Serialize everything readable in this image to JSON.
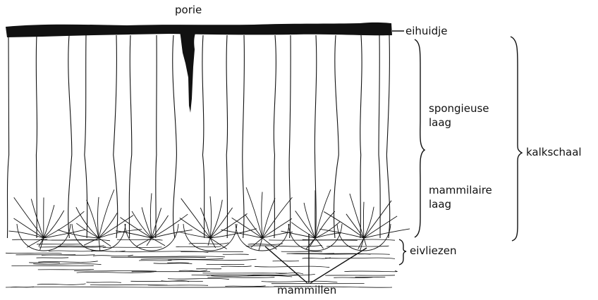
{
  "labels": {
    "pore": "porie",
    "cuticle": "eihuidje",
    "spongy_layer": [
      "spongieuse",
      "laag"
    ],
    "mammillary_layer": [
      "mammilaire",
      "laag"
    ],
    "shell": "kalkschaal",
    "membranes": "eivliezen",
    "mammillae": "mammillen"
  },
  "colors": {
    "ink": "#111111",
    "background": "#ffffff"
  }
}
